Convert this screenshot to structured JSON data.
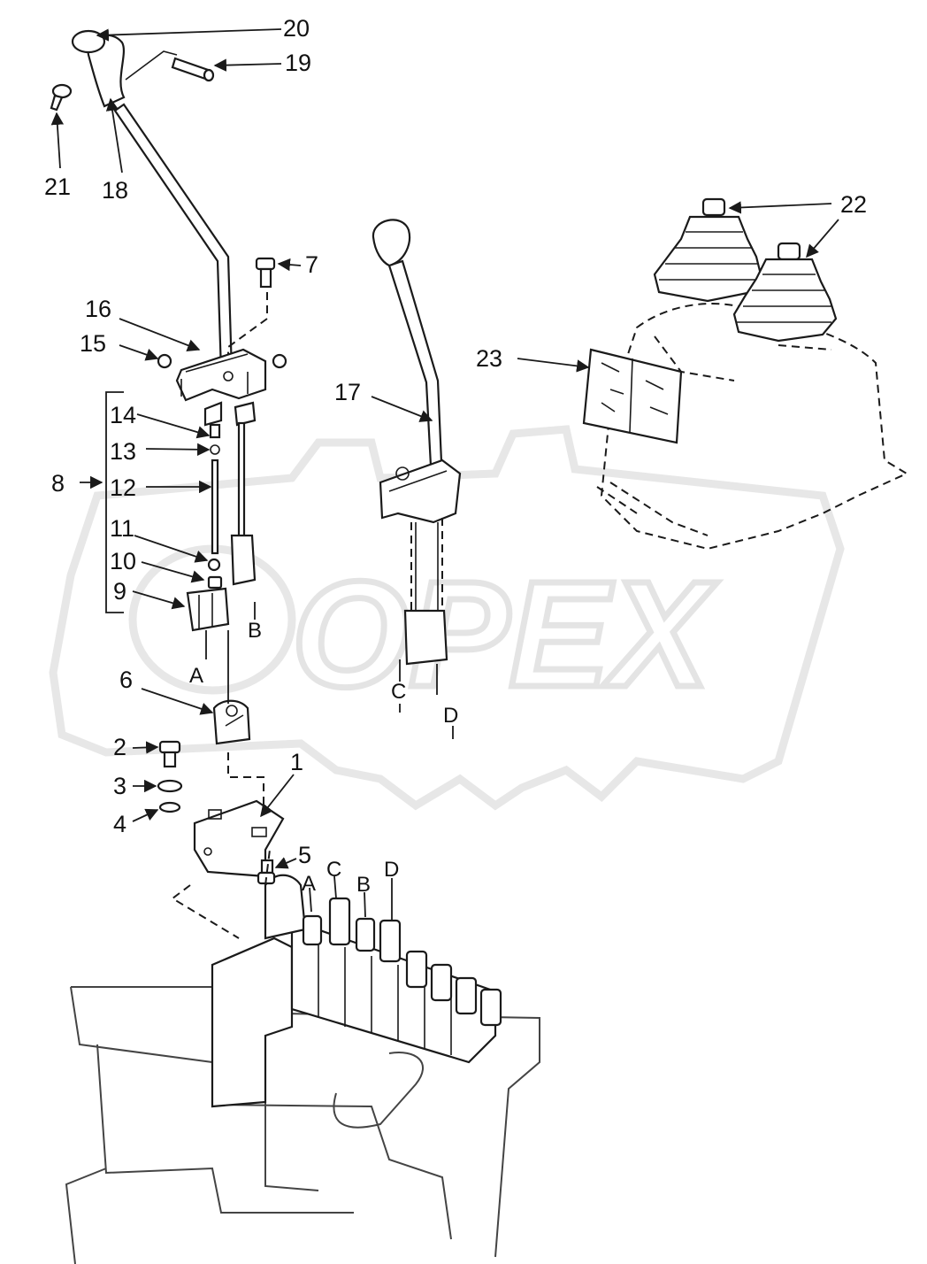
{
  "watermark": "OPEX",
  "colors": {
    "line": "#1a1a1a",
    "background": "#ffffff",
    "watermark": "#e7e7e7"
  },
  "callouts": {
    "c1": "1",
    "c2": "2",
    "c3": "3",
    "c4": "4",
    "c5": "5",
    "c6": "6",
    "c7": "7",
    "c8": "8",
    "c9": "9",
    "c10": "10",
    "c11": "11",
    "c12": "12",
    "c13": "13",
    "c14": "14",
    "c15": "15",
    "c16": "16",
    "c17": "17",
    "c18": "18",
    "c19": "19",
    "c20": "20",
    "c21": "21",
    "c22": "22",
    "c23": "23"
  },
  "letters": {
    "a": "A",
    "b": "B",
    "c": "C",
    "d": "D"
  }
}
